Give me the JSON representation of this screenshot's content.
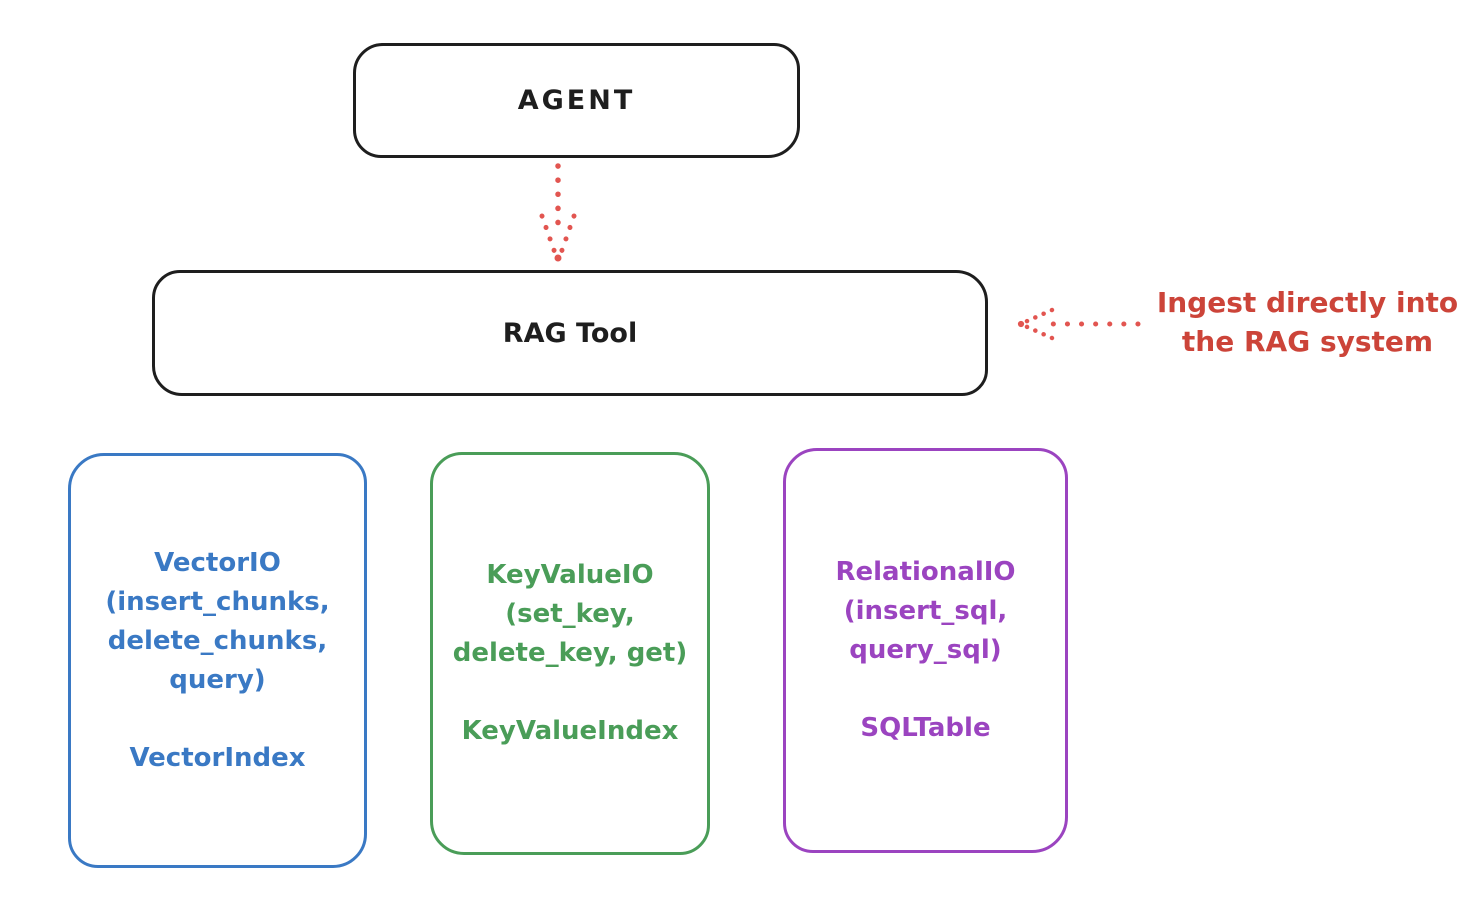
{
  "colors": {
    "stroke_black": "#1e1e1e",
    "annotation_red": "#cc4439",
    "arrow_red": "#e25550",
    "vector_blue": "#3a79c4",
    "keyvalue_green": "#4a9d58",
    "relational_purple": "#9b44c0",
    "background": "#ffffff"
  },
  "nodes": {
    "agent": {
      "label": "AGENT"
    },
    "rag_tool": {
      "label": "RAG Tool"
    }
  },
  "annotation": {
    "line1": "Ingest directly into",
    "line2": "the RAG system"
  },
  "icons": {
    "down_arrow": "dotted-down-arrow",
    "left_arrow": "dotted-left-arrow"
  },
  "storage_boxes": [
    {
      "name": "vector-io",
      "color": "#3a79c4",
      "lines": [
        "VectorIO",
        "(insert_chunks,",
        "delete_chunks,",
        "query)"
      ],
      "footer": "VectorIndex"
    },
    {
      "name": "key-value-io",
      "color": "#4a9d58",
      "lines": [
        "KeyValueIO",
        "(set_key,",
        "delete_key, get)"
      ],
      "footer": "KeyValueIndex"
    },
    {
      "name": "relational-io",
      "color": "#9b44c0",
      "lines": [
        "RelationalIO",
        "(insert_sql,",
        "query_sql)"
      ],
      "footer": "SQLTable"
    }
  ]
}
